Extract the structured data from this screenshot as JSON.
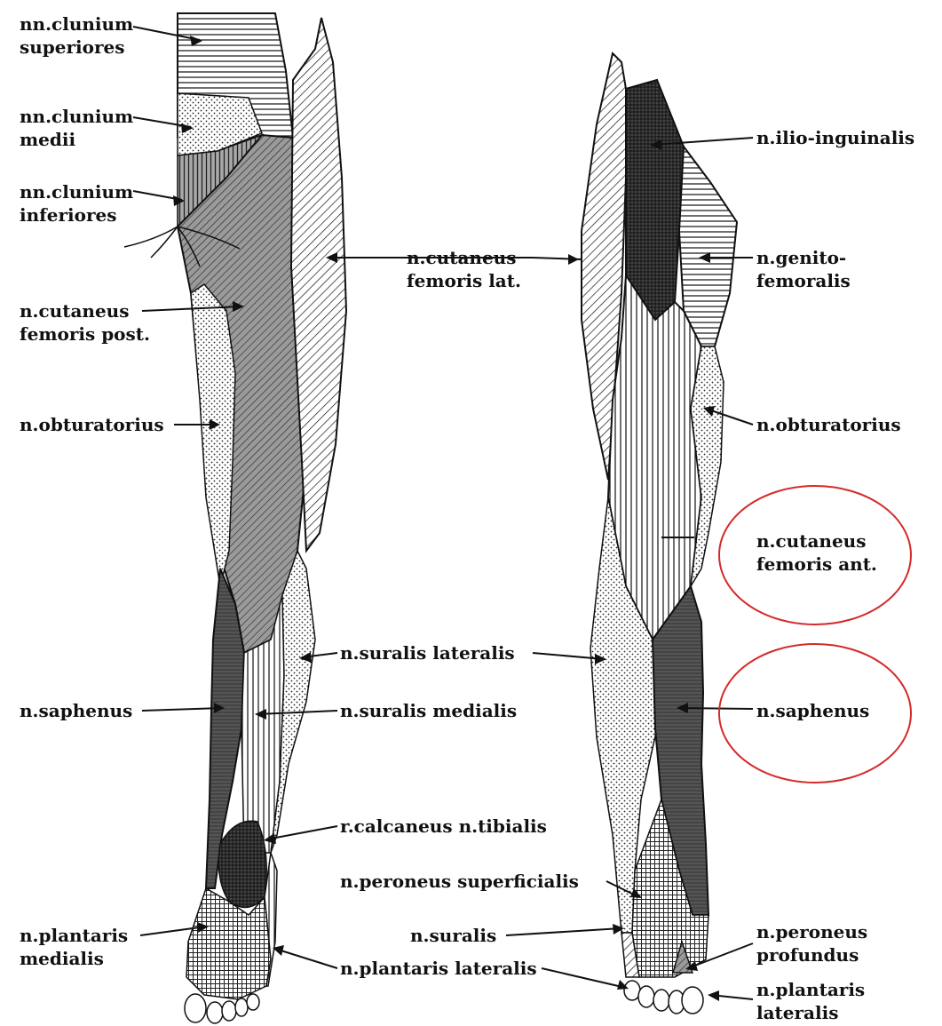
{
  "posterior_view": {
    "labels": [
      {
        "id": "clunium-sup",
        "lines": [
          "nn.clunium",
          "superiores"
        ]
      },
      {
        "id": "clunium-med",
        "lines": [
          "nn.clunium",
          "medii"
        ]
      },
      {
        "id": "clunium-inf",
        "lines": [
          "nn.clunium",
          "inferiores"
        ]
      },
      {
        "id": "cut-fem-post",
        "lines": [
          "n.cutaneus",
          "femoris post."
        ]
      },
      {
        "id": "obturatorius-post",
        "lines": [
          "n.obturatorius"
        ]
      },
      {
        "id": "saphenus-post",
        "lines": [
          "n.saphenus"
        ]
      },
      {
        "id": "plantaris-med",
        "lines": [
          "n.plantaris",
          "medialis"
        ]
      }
    ]
  },
  "center_labels": [
    {
      "id": "cut-fem-lat",
      "lines": [
        "n.cutaneus",
        "femoris lat."
      ]
    },
    {
      "id": "suralis-lat",
      "lines": [
        "n.suralis lateralis"
      ]
    },
    {
      "id": "suralis-med",
      "lines": [
        "n.suralis medialis"
      ]
    },
    {
      "id": "calcaneus",
      "lines": [
        "r.calcaneus n.tibialis"
      ]
    },
    {
      "id": "peroneus-sup",
      "lines": [
        "n.peroneus superficialis"
      ]
    },
    {
      "id": "suralis",
      "lines": [
        "n.suralis"
      ]
    },
    {
      "id": "plantaris-lat-c",
      "lines": [
        "n.plantaris lateralis"
      ]
    }
  ],
  "anterior_view": {
    "labels": [
      {
        "id": "ilio-ing",
        "lines": [
          "n.ilio-inguinalis"
        ]
      },
      {
        "id": "genito-fem",
        "lines": [
          "n.genito-",
          "femoralis"
        ]
      },
      {
        "id": "obturatorius-ant",
        "lines": [
          "n.obturatorius"
        ]
      },
      {
        "id": "cut-fem-ant",
        "lines": [
          "n.cutaneus",
          "femoris ant."
        ],
        "circled": true
      },
      {
        "id": "saphenus-ant",
        "lines": [
          "n.saphenus"
        ],
        "circled": true
      },
      {
        "id": "peroneus-prof",
        "lines": [
          "n.peroneus",
          "profundus"
        ]
      },
      {
        "id": "plantaris-lat-r",
        "lines": [
          "n.plantaris",
          "lateralis"
        ]
      }
    ]
  },
  "colors": {
    "ink": "#111111",
    "highlight_circle": "#d42a2a",
    "dark_region": "#555555",
    "mid_region": "#9a9a9a"
  }
}
